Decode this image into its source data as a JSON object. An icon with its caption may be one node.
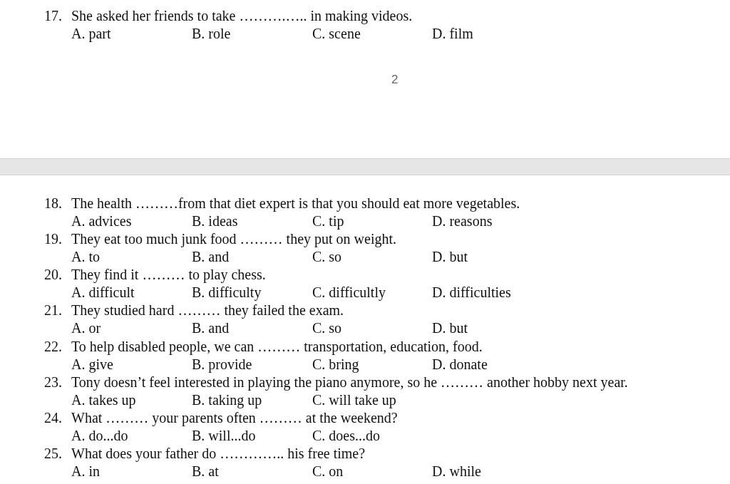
{
  "diagram": {
    "labels": [
      "17.",
      "She asked her friends to take ……….….. in making videos.",
      "A. part",
      "B. role",
      "C. scene",
      "D. film",
      "2",
      "18.",
      "The health ………from that diet expert is that you should eat more vegetables.",
      "A. advices",
      "B. ideas",
      "C. tip",
      "D. reasons",
      "19.",
      "They eat too much junk food ……… they put on weight.",
      "A. to",
      "B. and",
      "C. so",
      "D. but",
      "20.",
      "They find it ……… to play chess.",
      "A. difficult",
      "B. difficulty",
      "C. difficultly",
      "D. difficulties",
      "21.",
      "They studied hard ……… they failed the exam.",
      "A. or",
      "B. and",
      "C. so",
      "D. but",
      "22.",
      "To help disabled people, we can ……… transportation, education, food.",
      "A. give",
      "B. provide",
      "C. bring",
      "D. donate",
      "23.",
      "Tony doesn’t feel interested in playing the piano anymore, so he ……… another hobby next year.",
      "A. takes up",
      "B. taking up",
      "C. will take up",
      "24.",
      "What ……… your parents often ……… at the weekend?",
      "A. do...do",
      "B. will...do",
      "C. does...do",
      "25.",
      "What does your father do ………….. his free time?",
      "A. in",
      "B. at",
      "C. on",
      "D. while"
    ]
  }
}
